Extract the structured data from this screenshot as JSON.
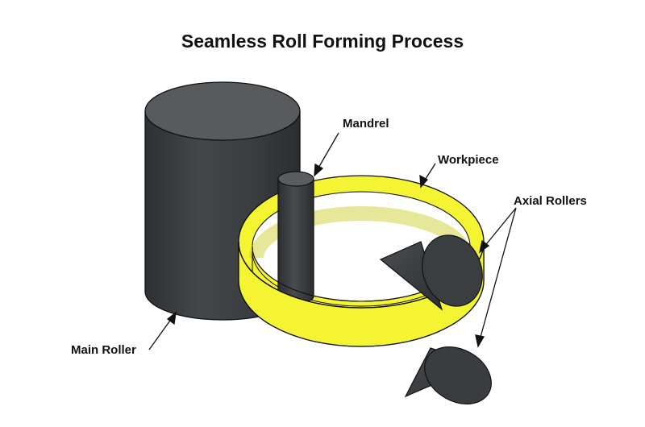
{
  "title": "Seamless Roll Forming Process",
  "labels": {
    "mandrel": "Mandrel",
    "workpiece": "Workpiece",
    "axial_rollers": "Axial Rollers",
    "main_roller": "Main Roller"
  },
  "colors": {
    "roller_dark": "#35383a",
    "roller_mid": "#4a4d4f",
    "roller_top": "#575a5c",
    "workpiece_yellow": "#f4f433",
    "workpiece_shadow": "#d8d81a",
    "outline": "#111111"
  }
}
